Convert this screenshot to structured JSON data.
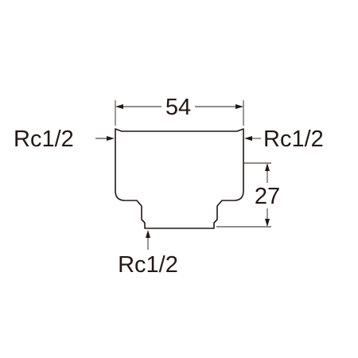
{
  "drawing": {
    "overall_width": "54",
    "branch_height": "27",
    "port_left": "Rc1/2",
    "port_right": "Rc1/2",
    "port_bottom": "Rc1/2"
  }
}
